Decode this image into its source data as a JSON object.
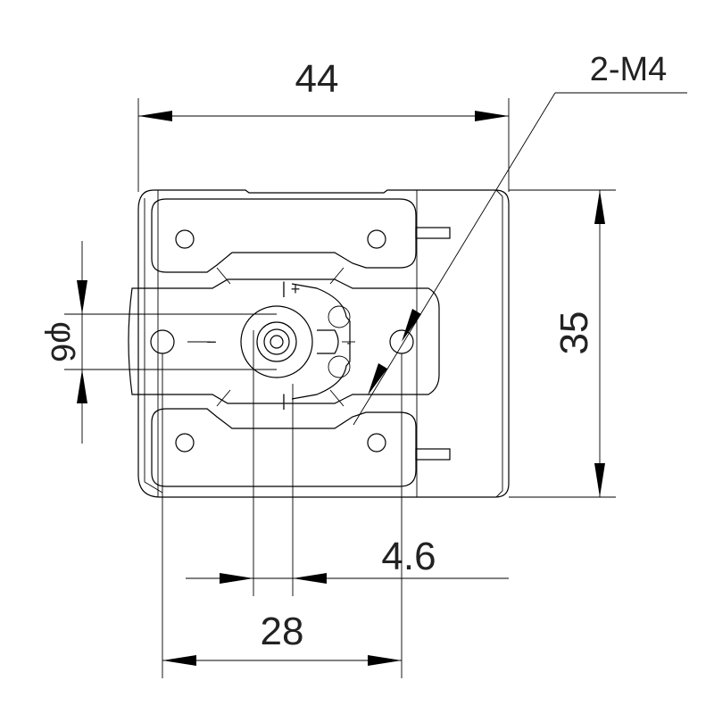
{
  "dimensions": {
    "width_top": "44",
    "thread_callout": "2-M4",
    "height_right": "35",
    "shaft_diameter": "φ6",
    "shaft_offset": "4.6",
    "hole_spacing": "28"
  },
  "terminal_marks": {
    "plus": "+",
    "minus_left": "−",
    "minus_right": "-",
    "bar_top": "|",
    "bar_bottom": "|"
  }
}
